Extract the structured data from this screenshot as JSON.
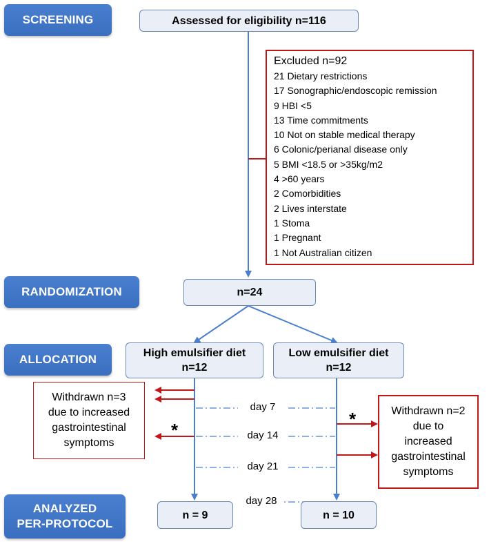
{
  "stages": {
    "screening": "SCREENING",
    "randomization": "RANDOMIZATION",
    "allocation": "ALLOCATION",
    "analyzed_line1": "ANALYZED",
    "analyzed_line2": "PER-PROTOCOL"
  },
  "assessed": "Assessed for eligibility n=116",
  "excluded": {
    "title": "Excluded n=92",
    "reasons": [
      "21 Dietary restrictions",
      "17 Sonographic/endoscopic remission",
      "9 HBI <5",
      "13 Time commitments",
      "10 Not on stable medical therapy",
      "6 Colonic/perianal disease only",
      "5 BMI <18.5 or >35kg/m2",
      "4 >60 years",
      "2 Comorbidities",
      "2 Lives interstate",
      "1 Stoma",
      "1 Pregnant",
      "1 Not Australian citizen"
    ]
  },
  "randomized": "n=24",
  "arms": {
    "high": {
      "label": "High emulsifier diet",
      "n": "n=12",
      "analyzed": "n = 9"
    },
    "low": {
      "label": "Low emulsifier diet",
      "n": "n=12",
      "analyzed": "n = 10"
    }
  },
  "withdrawn_high": [
    "Withdrawn n=3",
    "due to increased",
    "gastrointestinal",
    "symptoms"
  ],
  "withdrawn_low": [
    "Withdrawn n=2",
    "due to",
    "increased",
    "gastrointestinal",
    "symptoms"
  ],
  "days": [
    "day 7",
    "day 14",
    "day 21",
    "day 28"
  ],
  "star": "*",
  "colors": {
    "stage": "#3a6fbf",
    "box_fill": "#e9eef7",
    "arrow_blue": "#4a7fcf",
    "arrow_red": "#c01818"
  }
}
